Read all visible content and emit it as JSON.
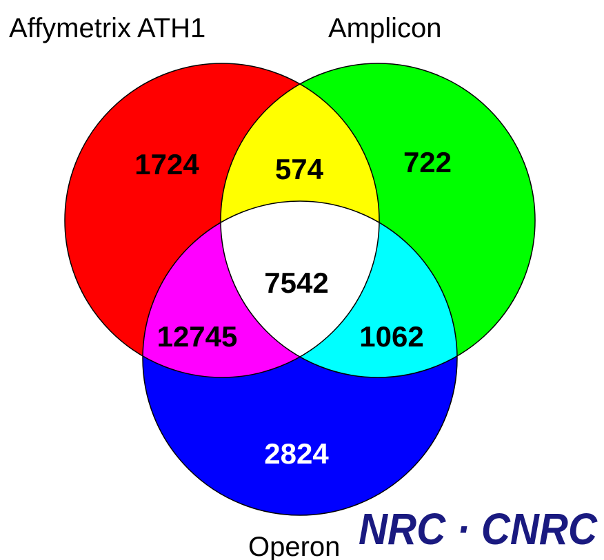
{
  "sets": {
    "a": {
      "label": "Affymetrix ATH1",
      "color": "#ff0000"
    },
    "b": {
      "label": "Amplicon",
      "color": "#00ff00"
    },
    "c": {
      "label": "Operon",
      "color": "#0000ff"
    }
  },
  "regions": {
    "a_only": {
      "value": "1724",
      "color": "#ff0000"
    },
    "b_only": {
      "value": "722",
      "color": "#00ff00"
    },
    "c_only": {
      "value": "2824",
      "color": "#0000ff"
    },
    "ab": {
      "value": "574",
      "color": "#ffff00"
    },
    "ac": {
      "value": "12745",
      "color": "#ff00ff"
    },
    "bc": {
      "value": "1062",
      "color": "#00ffff"
    },
    "abc": {
      "value": "7542",
      "color": "#ffffff"
    }
  },
  "logo": {
    "text": "NRC · CNRC",
    "color": "#1a1a80"
  }
}
